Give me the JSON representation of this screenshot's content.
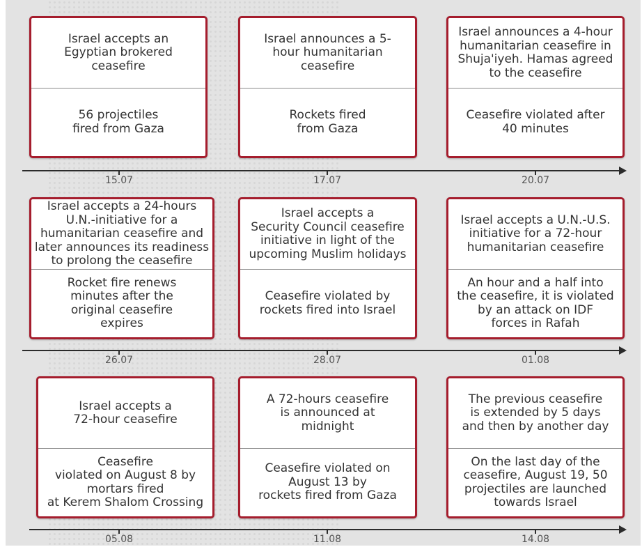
{
  "timeline": {
    "rows": [
      {
        "events": [
          {
            "date": "15.07",
            "announcement": "Israel accepts an\nEgyptian brokered\nceasefire",
            "outcome": "56 projectiles\nfired from Gaza"
          },
          {
            "date": "17.07",
            "announcement": "Israel announces a 5-\nhour humanitarian\nceasefire",
            "outcome": "Rockets fired\nfrom Gaza"
          },
          {
            "date": "20.07",
            "announcement": "Israel announces a 4-hour\nhumanitarian ceasefire in\nShuja'iyeh. Hamas agreed\nto the ceasefire",
            "outcome": "Ceasefire violated after\n40 minutes"
          }
        ]
      },
      {
        "events": [
          {
            "date": "26.07",
            "announcement": "Israel accepts a 24-hours\nU.N.-initiative for a\nhumanitarian ceasefire and\nlater announces its readiness\nto prolong the ceasefire",
            "outcome": "Rocket fire renews\nminutes after the\noriginal ceasefire\nexpires"
          },
          {
            "date": "28.07",
            "announcement": "Israel accepts a\nSecurity Council ceasefire\ninitiative in light of the\nupcoming Muslim holidays",
            "outcome": "Ceasefire violated by\nrockets fired into Israel"
          },
          {
            "date": "01.08",
            "announcement": "Israel accepts a U.N.-U.S.\ninitiative for a 72-hour\nhumanitarian ceasefire",
            "outcome": "An hour and a half into\nthe ceasefire, it is violated\nby an attack on IDF\nforces in Rafah"
          }
        ]
      },
      {
        "events": [
          {
            "date": "05.08",
            "announcement": "Israel accepts a\n72-hour ceasefire",
            "outcome": "Ceasefire\nviolated on August 8 by\nmortars fired\nat Kerem Shalom Crossing"
          },
          {
            "date": "11.08",
            "announcement": "A 72-hours ceasefire\nis announced at\nmidnight",
            "outcome": "Ceasefire violated on\nAugust 13 by\nrockets fired from Gaza"
          },
          {
            "date": "14.08",
            "announcement": "The previous ceasefire\nis extended by 5 days\nand then by another day",
            "outcome": "On the last day of the\nceasefire, August 19, 50\nprojectiles are launched\ntowards Israel"
          }
        ]
      }
    ]
  },
  "colors": {
    "card_border": "#a51d2d",
    "axis": "#2b2b2b",
    "background": "#e3e3e3"
  }
}
